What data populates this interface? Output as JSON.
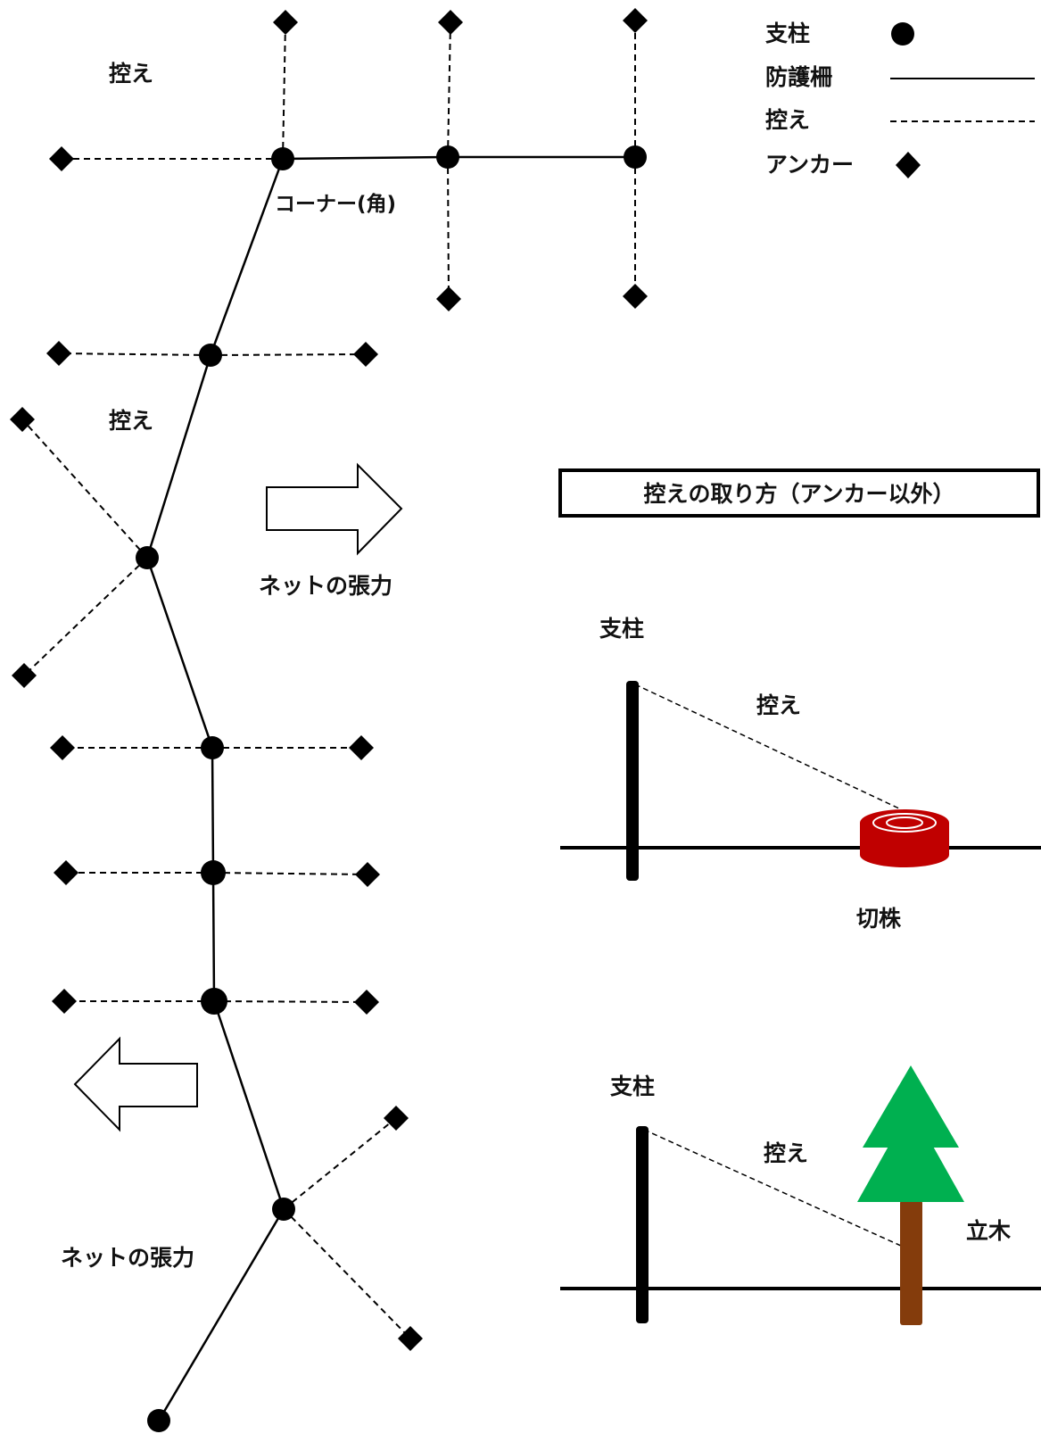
{
  "legend": {
    "post_label": "支柱",
    "fence_label": "防護柵",
    "stay_label": "控え",
    "anchor_label": "アンカー"
  },
  "plan": {
    "stay_label_top": "控え",
    "stay_label_mid": "控え",
    "corner_label": "コーナー(角)",
    "net_tension_right": "ネットの張力",
    "net_tension_left": "ネットの張力"
  },
  "methods": {
    "title": "控えの取り方（アンカー以外）",
    "stump_example": {
      "post_label": "支柱",
      "stay_label": "控え",
      "object_label": "切株"
    },
    "tree_example": {
      "post_label": "支柱",
      "stay_label": "控え",
      "object_label": "立木"
    }
  },
  "colors": {
    "line": "#000000",
    "stump": "#cc0000",
    "tree_canopy": "#00b050",
    "tree_trunk": "#843c0c"
  }
}
